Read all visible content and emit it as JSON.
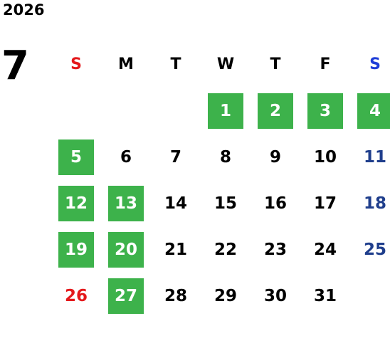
{
  "year": "2026",
  "month": "7",
  "weekdays": [
    {
      "label": "S",
      "color": "#e4191c"
    },
    {
      "label": "M",
      "color": "#000000"
    },
    {
      "label": "T",
      "color": "#000000"
    },
    {
      "label": "W",
      "color": "#000000"
    },
    {
      "label": "T",
      "color": "#000000"
    },
    {
      "label": "F",
      "color": "#000000"
    },
    {
      "label": "S",
      "color": "#1f3ed8"
    }
  ],
  "colors": {
    "highlight": "#3db24b",
    "sunday": "#e4191c",
    "saturday": "#1f3e8c",
    "weekday": "#000000"
  },
  "first_weekday_index": 3,
  "days": [
    {
      "d": "1",
      "hl": true
    },
    {
      "d": "2",
      "hl": true
    },
    {
      "d": "3",
      "hl": true
    },
    {
      "d": "4",
      "hl": true
    },
    {
      "d": "5",
      "hl": true
    },
    {
      "d": "6",
      "hl": false
    },
    {
      "d": "7",
      "hl": false
    },
    {
      "d": "8",
      "hl": false
    },
    {
      "d": "9",
      "hl": false
    },
    {
      "d": "10",
      "hl": false
    },
    {
      "d": "11",
      "hl": false
    },
    {
      "d": "12",
      "hl": true
    },
    {
      "d": "13",
      "hl": true
    },
    {
      "d": "14",
      "hl": false
    },
    {
      "d": "15",
      "hl": false
    },
    {
      "d": "16",
      "hl": false
    },
    {
      "d": "17",
      "hl": false
    },
    {
      "d": "18",
      "hl": false
    },
    {
      "d": "19",
      "hl": true
    },
    {
      "d": "20",
      "hl": true
    },
    {
      "d": "21",
      "hl": false
    },
    {
      "d": "22",
      "hl": false
    },
    {
      "d": "23",
      "hl": false
    },
    {
      "d": "24",
      "hl": false
    },
    {
      "d": "25",
      "hl": false
    },
    {
      "d": "26",
      "hl": false
    },
    {
      "d": "27",
      "hl": true
    },
    {
      "d": "28",
      "hl": false
    },
    {
      "d": "29",
      "hl": false
    },
    {
      "d": "30",
      "hl": false
    },
    {
      "d": "31",
      "hl": false
    }
  ]
}
